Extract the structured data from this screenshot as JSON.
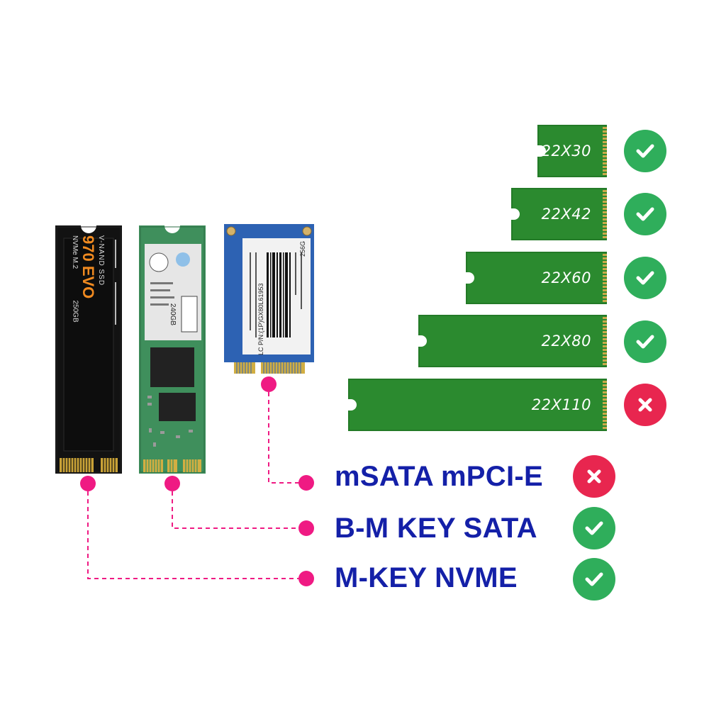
{
  "sizes": [
    {
      "label": "22X30",
      "supported": true
    },
    {
      "label": "22X42",
      "supported": true
    },
    {
      "label": "22X60",
      "supported": true
    },
    {
      "label": "22X80",
      "supported": true
    },
    {
      "label": "22X110",
      "supported": false
    }
  ],
  "types": [
    {
      "label": "mSATA mPCI-E",
      "supported": false
    },
    {
      "label": "B-M KEY SATA",
      "supported": true
    },
    {
      "label": "M-KEY NVME",
      "supported": true
    }
  ],
  "drives": {
    "nvme": {
      "line1": "V-NAND SSD",
      "line2": "970 EVO",
      "line3": "NVMe M.2",
      "capacity": "250GB"
    },
    "sata": {
      "capacity": "240GB"
    },
    "msata": {
      "line1": "LC P/N:(1P)GX80L61953",
      "line2": "256G"
    }
  },
  "colors": {
    "board": "#2b8a2f",
    "ok": "#2fae5b",
    "no": "#e8264f",
    "connector": "#ef1a83",
    "label": "#1420a8"
  }
}
